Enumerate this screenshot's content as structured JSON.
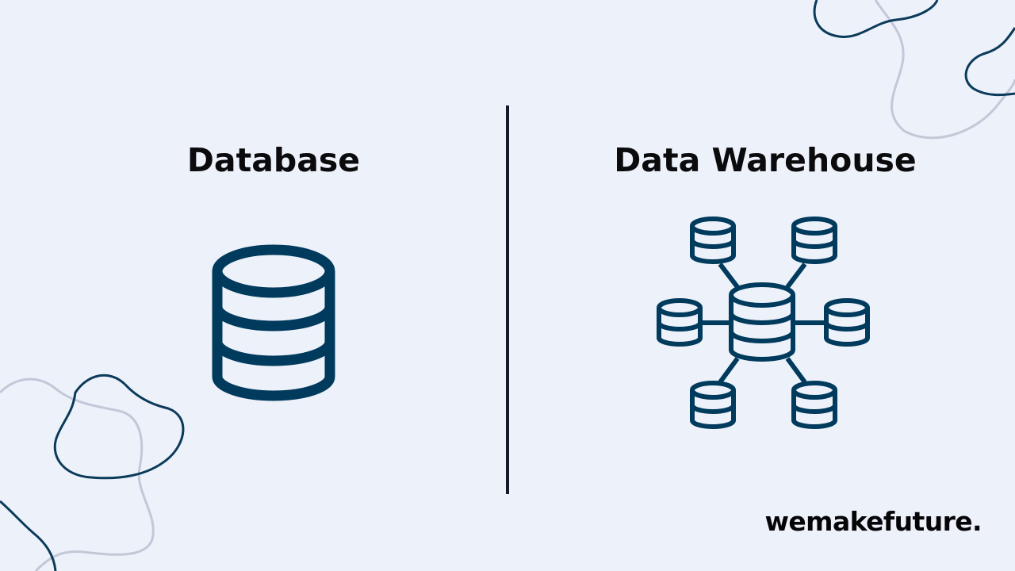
{
  "left_panel": {
    "title": "Database",
    "icon": "database-icon"
  },
  "right_panel": {
    "title": "Data Warehouse",
    "icon": "data-warehouse-network-icon"
  },
  "brand": {
    "logo_text": "wemakefuture."
  },
  "colors": {
    "background": "#edf1fa",
    "icon": "#003a5c",
    "text": "#0b0b0d",
    "decor_light": "#c2c8d7"
  }
}
